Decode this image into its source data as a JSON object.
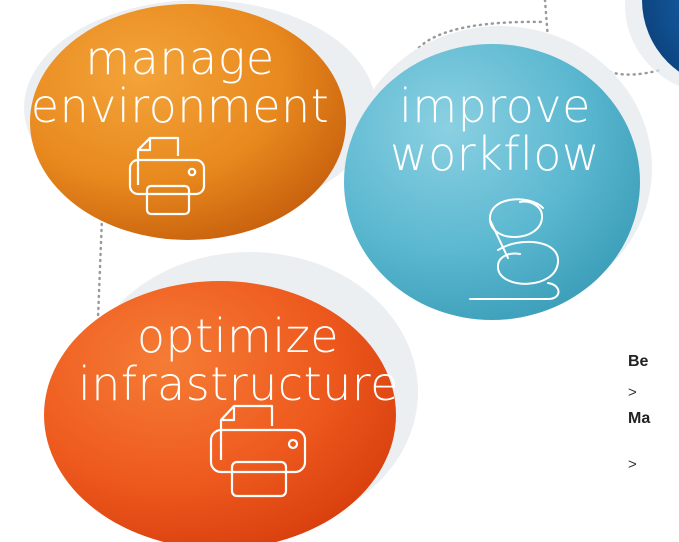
{
  "bubbles": {
    "manage": {
      "line1": "manage",
      "line2": "environment",
      "color": "#E8891E",
      "icon": "printer-icon"
    },
    "improve": {
      "line1": "improve",
      "line2": "workflow",
      "color": "#5BB8D0",
      "icon": "workflow-loop-icon"
    },
    "optimize": {
      "line1": "optimize",
      "line2": "infrastructure",
      "color": "#EE5A1E",
      "icon": "printer-icon"
    }
  },
  "side_panel": {
    "heading_line1": "Be",
    "heading_line2": "Ma",
    "bullets": [
      ">",
      ">"
    ]
  },
  "colors": {
    "dotted_connector": "#9a9a9a",
    "corner_blue": "#0E4E8F"
  }
}
